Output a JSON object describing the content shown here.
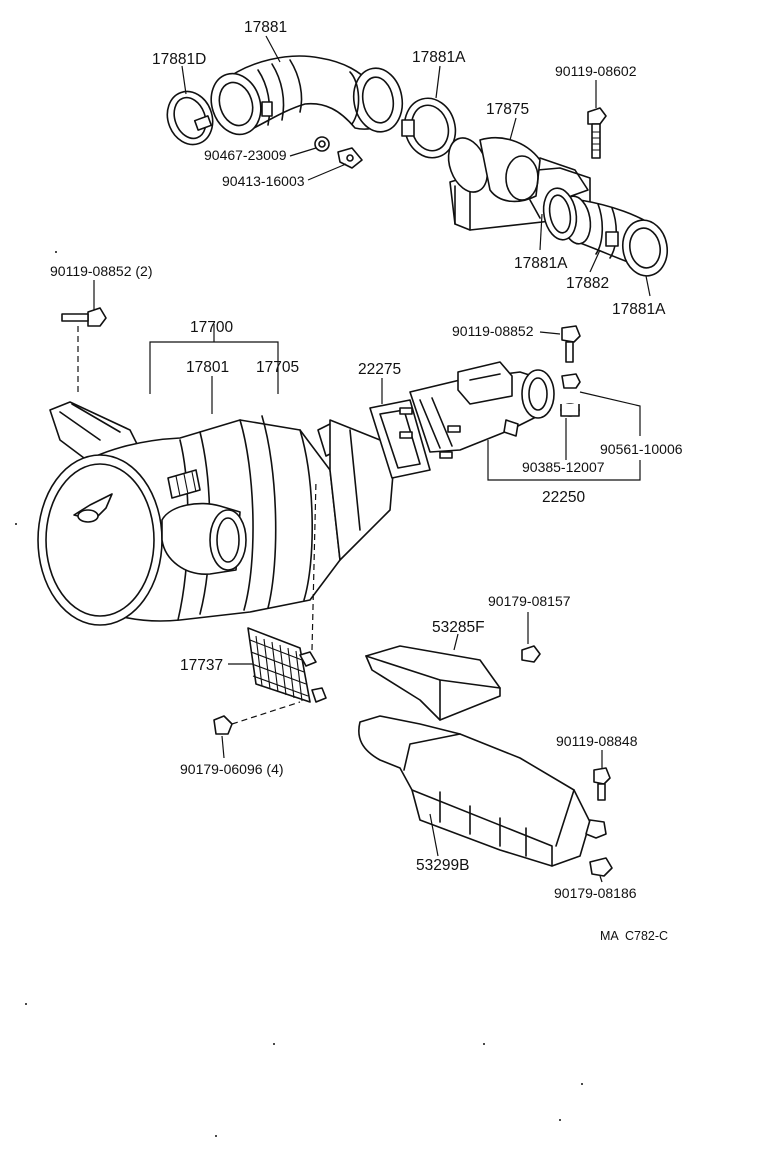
{
  "diagram": {
    "code": "MA  C782-C",
    "labels": {
      "p17881": "17881",
      "p17881D": "17881D",
      "p17881A_top": "17881A",
      "p90119_08602": "90119-08602",
      "p17875": "17875",
      "p90467_23009": "90467-23009",
      "p90413_16003": "90413-16003",
      "p17881A_mid": "17881A",
      "p17882": "17882",
      "p17881A_right": "17881A",
      "p90119_08852_2": "90119-08852 (2)",
      "p17700": "17700",
      "p17801": "17801",
      "p17705": "17705",
      "p22275": "22275",
      "p90119_08852": "90119-08852",
      "p90561_10006": "90561-10006",
      "p90385_12007": "90385-12007",
      "p22250": "22250",
      "p90179_08157": "90179-08157",
      "p53285F": "53285F",
      "p17737": "17737",
      "p90179_06096_4": "90179-06096 (4)",
      "p90119_08848": "90119-08848",
      "p53299B": "53299B",
      "p90179_08186": "90179-08186"
    }
  }
}
